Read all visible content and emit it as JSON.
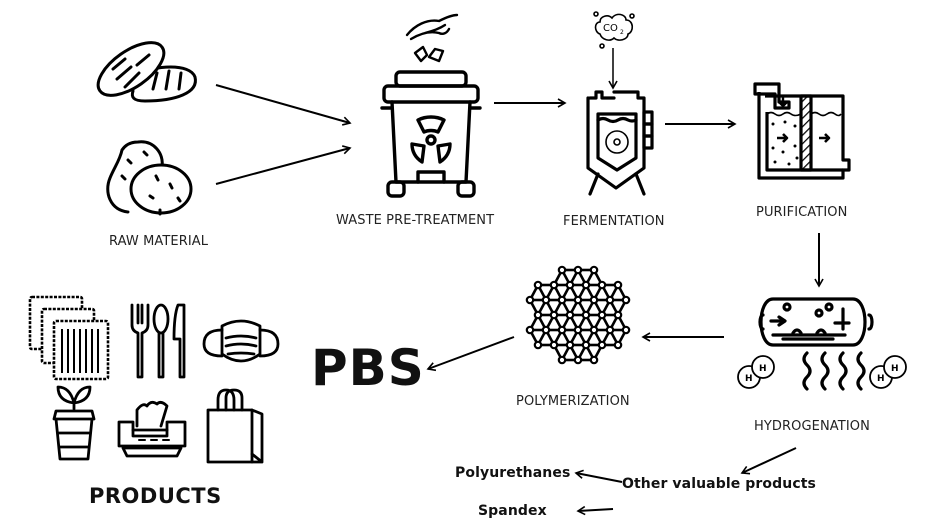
{
  "stages": {
    "raw_material": "RAW MATERIAL",
    "waste_pretreatment": "WASTE PRE-TREATMENT",
    "fermentation": "FERMENTATION",
    "purification": "PURIFICATION",
    "hydrogenation": "HYDROGENATION",
    "polymerization": "POLYMERIZATION"
  },
  "product": "PBS",
  "products_label": "PRODUCTS",
  "co2_label": "CO",
  "co2_subscript": "2",
  "hydrogen_label": "H",
  "byproducts": {
    "source": "Other valuable products",
    "items": [
      "Polyurethanes",
      "Spandex"
    ]
  },
  "icons": {
    "raw_material": [
      "bread-icon",
      "potato-icon"
    ],
    "products": [
      "wipes-icon",
      "cutlery-icon",
      "face-mask-icon",
      "cup-plant-icon",
      "tissue-box-icon",
      "shopping-bag-icon"
    ]
  }
}
